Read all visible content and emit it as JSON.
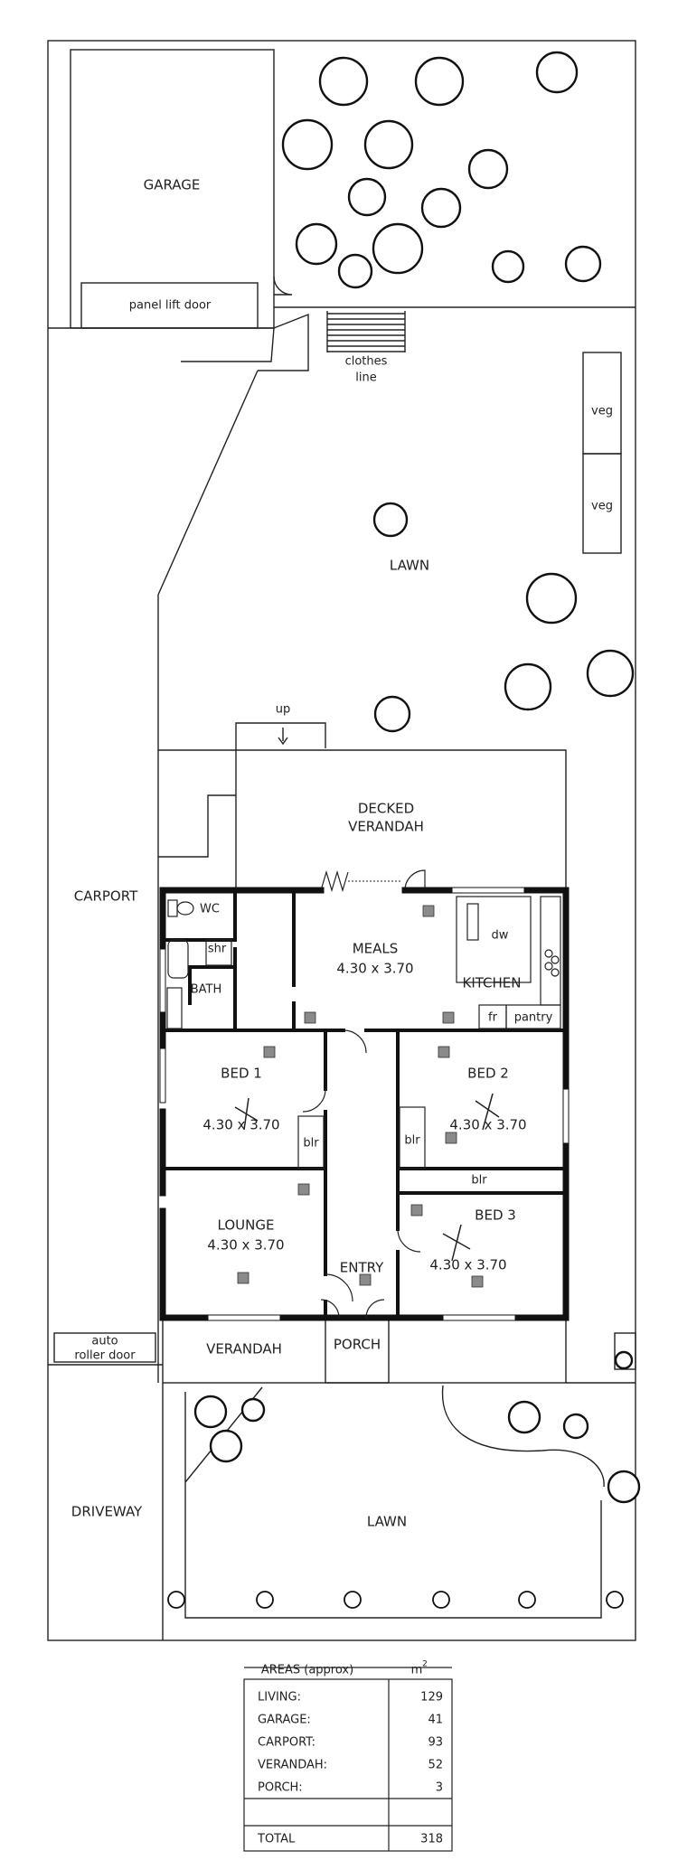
{
  "plan": {
    "labels": {
      "garage": "GARAGE",
      "panel_lift_door": "panel lift door",
      "clothes": "clothes",
      "line": "line",
      "veg1": "veg",
      "veg2": "veg",
      "lawn_back": "LAWN",
      "up": "up",
      "decked": "DECKED",
      "verandah_deck": "VERANDAH",
      "carport": "CARPORT",
      "wc": "WC",
      "shr": "shr",
      "bath": "BATH",
      "meals": "MEALS",
      "meals_dim": "4.30 x 3.70",
      "kitchen": "KITCHEN",
      "dw": "dw",
      "fr": "fr",
      "pantry": "pantry",
      "bed1": "BED 1",
      "bed1_dim": "4.30 x 3.70",
      "blr1": "blr",
      "bed2": "BED 2",
      "bed2_dim": "4.30 x 3.70",
      "blr2": "blr",
      "blr3": "blr",
      "bed3": "BED 3",
      "bed3_dim": "4.30 x 3.70",
      "lounge": "LOUNGE",
      "lounge_dim": "4.30 x 3.70",
      "entry": "ENTRY",
      "auto": "auto",
      "roller_door": "roller door",
      "verandah_front": "VERANDAH",
      "porch": "PORCH",
      "driveway": "DRIVEWAY",
      "lawn_front": "LAWN"
    }
  },
  "areas": {
    "title": "AREAS (approx)",
    "unit": "m",
    "unit_sup": "2",
    "rows": [
      {
        "label": "LIVING:",
        "value": "129"
      },
      {
        "label": "GARAGE:",
        "value": "41"
      },
      {
        "label": "CARPORT:",
        "value": "93"
      },
      {
        "label": "VERANDAH:",
        "value": "52"
      },
      {
        "label": "PORCH:",
        "value": "3"
      }
    ],
    "total_label": "TOTAL",
    "total_value": "318"
  }
}
